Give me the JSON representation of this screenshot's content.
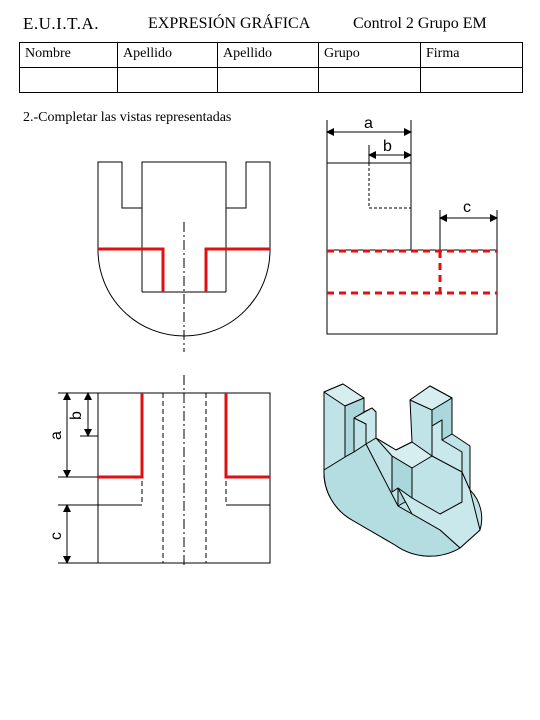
{
  "header": {
    "school": "E.U.I.T.A.",
    "subject": "EXPRESIÓN GRÁFICA",
    "control": "Control 2 Grupo EM"
  },
  "form": {
    "columns": [
      "Nombre",
      "Apellido",
      "Apellido",
      "Grupo",
      "Firma"
    ]
  },
  "exercise": {
    "instruction": "2.-Completar las vistas representadas"
  },
  "dimensions": {
    "a": "a",
    "b": "b",
    "c": "c"
  },
  "colors": {
    "outline": "#000000",
    "solution": "#dd1111",
    "solid_fill": "#bfe3e6"
  }
}
